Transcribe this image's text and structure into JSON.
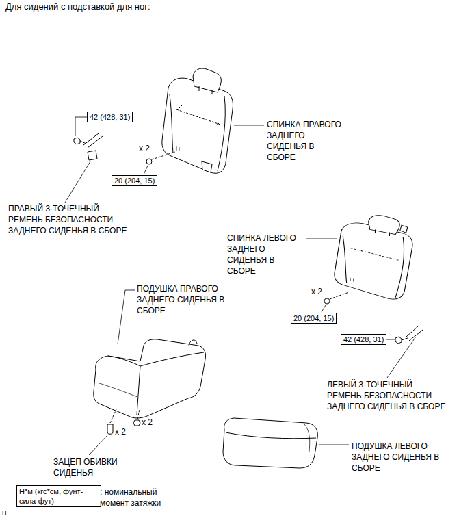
{
  "diagram": {
    "title": "Для сидений с подставкой для ног:",
    "nodes": [
      {
        "text": [
          "42 (428, 31)"
        ]
      },
      {
        "text": [
          "20 (204, 15)"
        ]
      },
      {
        "text": [
          "20 (204, 15)"
        ]
      },
      {
        "text": [
          "42 (428, 31)"
        ]
      },
      {
        "text": [
          "Н*м (кгс*см, фунт-сила-фут)"
        ]
      }
    ],
    "labels": [
      "СПИНКА ПРАВОГО ЗАДНЕГО СИДЕНЬЯ В СБОРЕ",
      "x 2",
      "ПРАВЫЙ 3-ТОЧЕЧНЫЙ РЕМЕНЬ БЕЗОПАСНОСТИ ЗАДНЕГО СИДЕНЬЯ В СБОРЕ",
      "СПИНКА ЛЕВОГО ЗАДНЕГО СИДЕНЬЯ В СБОРЕ",
      "x 2",
      "ПОДУШКА ПРАВОГО ЗАДНЕГО СИДЕНЬЯ В СБОРЕ",
      "ЛЕВЫЙ 3-ТОЧЕЧНЫЙ РЕМЕНЬ БЕЗОПАСНОСТИ ЗАДНЕГО СИДЕНЬЯ В СБОРЕ",
      "x 2",
      "x 2",
      "ЗАЦЕП ОБИВКИ СИДЕНЬЯ",
      "ПОДУШКА ЛЕВОГО ЗАДНЕГО СИДЕНЬЯ В СБОРЕ",
      "H"
    ],
    "legend": [
      {
        "text": ": номинальный момент затяжки"
      }
    ]
  }
}
